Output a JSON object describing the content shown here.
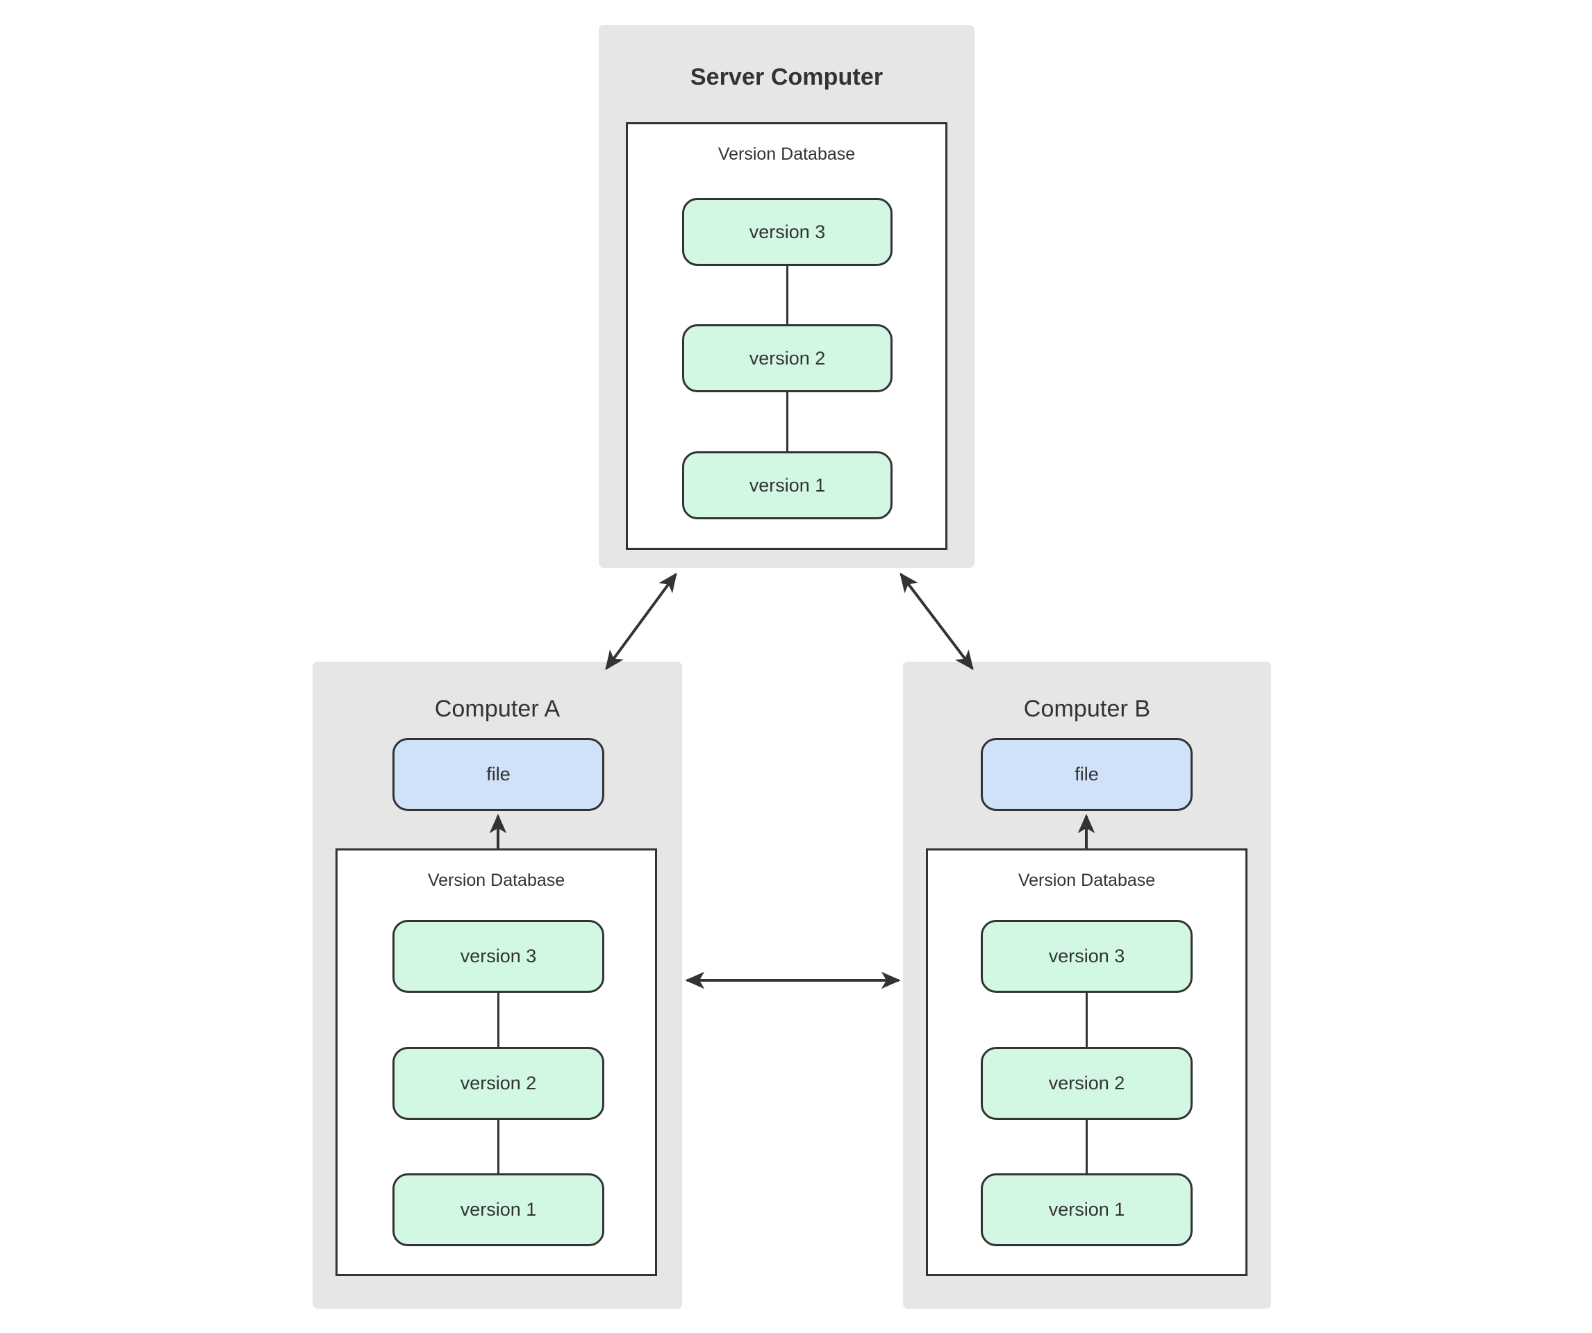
{
  "diagram": {
    "background_color": "#ffffff",
    "group_fill": "#e6e6e6",
    "stroke_color": "#333333",
    "version_fill": "#d2f8e4",
    "file_fill": "#cfe2fa",
    "db_fill": "#ffffff"
  },
  "server": {
    "title": "Server Computer",
    "database": {
      "label": "Version Database",
      "versions": [
        {
          "label": "version 3"
        },
        {
          "label": "version 2"
        },
        {
          "label": "version 1"
        }
      ]
    }
  },
  "computer_a": {
    "title": "Computer A",
    "file": {
      "label": "file"
    },
    "database": {
      "label": "Version Database",
      "versions": [
        {
          "label": "version 3"
        },
        {
          "label": "version 2"
        },
        {
          "label": "version 1"
        }
      ]
    }
  },
  "computer_b": {
    "title": "Computer B",
    "file": {
      "label": "file"
    },
    "database": {
      "label": "Version Database",
      "versions": [
        {
          "label": "version 3"
        },
        {
          "label": "version 2"
        },
        {
          "label": "version 1"
        }
      ]
    }
  },
  "connections": [
    {
      "name": "server-to-computer-a",
      "style": "double-arrow"
    },
    {
      "name": "server-to-computer-b",
      "style": "double-arrow"
    },
    {
      "name": "computer-a-to-computer-b",
      "style": "double-arrow"
    },
    {
      "name": "database-a-to-file-a",
      "style": "single-arrow"
    },
    {
      "name": "database-b-to-file-b",
      "style": "single-arrow"
    }
  ]
}
